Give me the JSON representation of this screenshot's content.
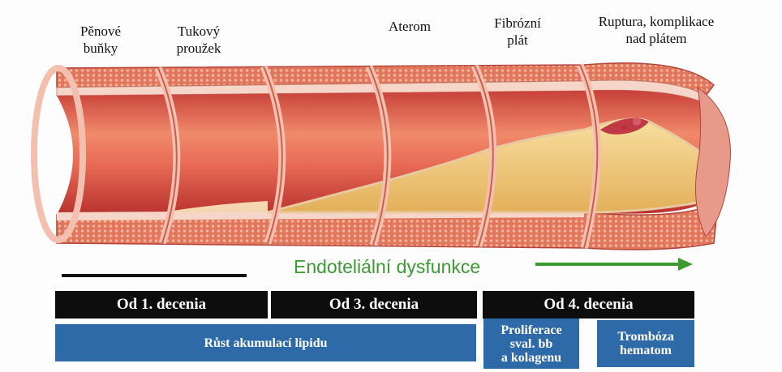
{
  "stages": [
    {
      "id": "foam",
      "label": "Pěnové\nbuňky"
    },
    {
      "id": "streak",
      "label": "Tukový\nproužek"
    },
    {
      "id": "atheroma",
      "label": "Aterom"
    },
    {
      "id": "fibrous",
      "label": "Fibrózní\nplát"
    },
    {
      "id": "rupture",
      "label": "Ruptura, komplikace\nnad plátem"
    }
  ],
  "process_label": "Endoteliální dysfunkce",
  "decades": [
    {
      "label": "Od 1. decenia"
    },
    {
      "label": "Od 3. decenia"
    },
    {
      "label": "Od 4. decenia"
    }
  ],
  "phases": [
    {
      "label": "Růst akumulací lipidu"
    },
    {
      "label": "Proliferace\nsval. bb\na kolagenu"
    },
    {
      "label": "Trombóza\nhematom"
    }
  ],
  "colors": {
    "black_bar": "#0d0d0d",
    "blue_bar": "#2e6aa8",
    "arrow": "#3c9a32",
    "lumen": "#e0604a",
    "plaque": "#f0c872",
    "wall": "#e88a70"
  }
}
